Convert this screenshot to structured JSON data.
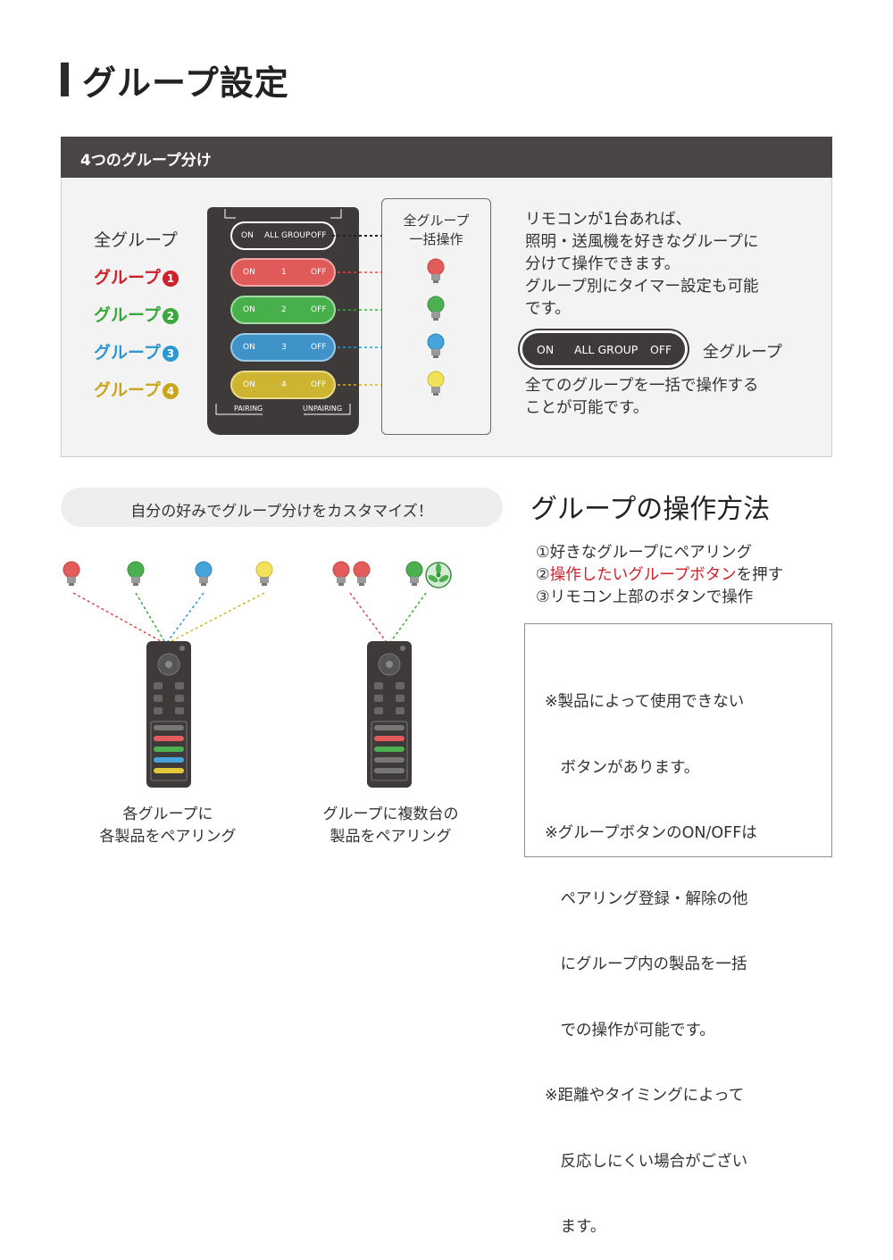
{
  "title": "グループ設定",
  "panel": {
    "header": "4つのグループ分け",
    "groups": [
      {
        "label": "全グループ",
        "num": "",
        "color": "#333333"
      },
      {
        "label": "グループ",
        "num": "1",
        "color": "#d0202a"
      },
      {
        "label": "グループ",
        "num": "2",
        "color": "#3aa83d"
      },
      {
        "label": "グループ",
        "num": "3",
        "color": "#2b98d1"
      },
      {
        "label": "グループ",
        "num": "4",
        "color": "#c9a51d"
      }
    ],
    "remote": {
      "on": "ON",
      "off": "OFF",
      "all_group": "ALL GROUP",
      "rows": [
        "1",
        "2",
        "3",
        "4"
      ],
      "pairing": "PAIRING",
      "unpairing": "UNPAIRING"
    },
    "all_box": {
      "line1": "全グループ",
      "line2": "一括操作"
    },
    "description": [
      "リモコンが1台あれば、",
      "照明・送風機を好きなグループに",
      "分けて操作できます。",
      "グループ別にタイマー設定も可能",
      "です。"
    ],
    "big_button": {
      "on": "ON",
      "all_group": "ALL GROUP",
      "off": "OFF"
    },
    "big_button_label": "全グループ",
    "big_button_desc": [
      "全てのグループを一括で操作する",
      "ことが可能です。"
    ]
  },
  "custom": {
    "banner": "自分の好みでグループ分けをカスタマイズ！",
    "caption_left": [
      "各グループに",
      "各製品をペアリング"
    ],
    "caption_right": [
      "グループに複数台の",
      "製品をペアリング"
    ]
  },
  "how_to": {
    "title": "グループの操作方法",
    "step1": "①好きなグループにペアリング",
    "step2_prefix": "②",
    "step2_highlight": "操作したいグループボタン",
    "step2_suffix": "を押す",
    "step3": "③リモコン上部のボタンで操作"
  },
  "notes": [
    "※製品によって使用できない",
    "　ボタンがあります。",
    "※グループボタンのON/OFFは",
    "　ペアリング登録・解除の他",
    "　にグループ内の製品を一括",
    "　での操作が可能です。",
    "※距離やタイミングによって",
    "　反応しにくい場合がござい",
    "　ます。"
  ],
  "colors": {
    "red": "#e45b5b",
    "green": "#4caf50",
    "blue": "#46a3db",
    "yellow": "#f2e15a",
    "dark": "#3e3a39"
  }
}
